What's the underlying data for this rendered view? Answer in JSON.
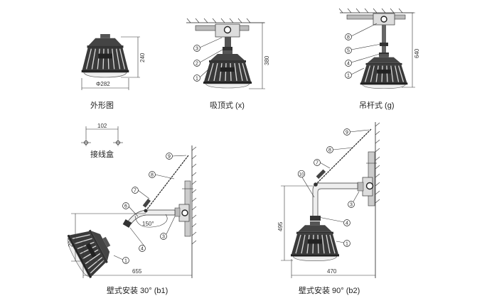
{
  "captions": {
    "outline": "外形图",
    "ceiling": "吸顶式 (x)",
    "pendant": "吊杆式 (g)",
    "junction_box": "接线盒",
    "wall_30": "壁式安装 30°  (b1)",
    "wall_90": "壁式安装 90°  (b2)"
  },
  "dimensions": {
    "outline_height": "240",
    "outline_diameter": "Φ282",
    "ceiling_height": "380",
    "pendant_height": "640",
    "junction_spacing": "102",
    "wall30_height": "290",
    "wall30_width": "655",
    "wall30_angle": "150°",
    "wall90_height": "495",
    "wall90_width": "470"
  },
  "callouts": {
    "ceiling": [
      "3",
      "2",
      "1"
    ],
    "pendant": [
      "8",
      "5",
      "4",
      "1"
    ],
    "wall30": [
      "9",
      "8",
      "7",
      "6",
      "3",
      "4",
      "1"
    ],
    "wall90": [
      "9",
      "8",
      "7",
      "10",
      "3",
      "4",
      "1"
    ]
  }
}
